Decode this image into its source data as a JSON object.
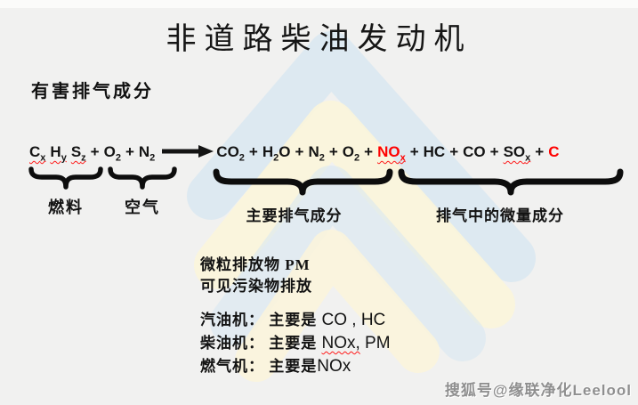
{
  "slide": {
    "title": "非道路柴油发动机",
    "subtitle": "有害排气成分",
    "watermark": "搜狐号@缘联净化Leelool"
  },
  "equation": {
    "tokens": [
      {
        "b": "C",
        "s": "x"
      },
      {
        "b": "H",
        "s": "y"
      },
      {
        "b": "S",
        "s": "z"
      },
      {
        "b": "+"
      },
      {
        "b": "O",
        "s": "2"
      },
      {
        "b": "+"
      },
      {
        "b": "N",
        "s": "2"
      },
      {
        "b": "CO",
        "s": "2"
      },
      {
        "b": "+"
      },
      {
        "b": "H",
        "s": "2",
        "t": "O"
      },
      {
        "b": "+"
      },
      {
        "b": "N",
        "s": "2"
      },
      {
        "b": "+"
      },
      {
        "b": "O",
        "s": "2"
      },
      {
        "b": "+"
      },
      {
        "b": "NO",
        "s": "x"
      },
      {
        "b": "+"
      },
      {
        "b": "HC"
      },
      {
        "b": "+"
      },
      {
        "b": "CO"
      },
      {
        "b": "+"
      },
      {
        "b": "SO",
        "s": "x"
      },
      {
        "b": "+"
      },
      {
        "b": "C"
      }
    ]
  },
  "labels": {
    "fuel": "燃料",
    "air": "空气",
    "main": "主要排气成分",
    "trace": "排气中的微量成分"
  },
  "notes": {
    "pm": "微粒排放物 PM",
    "visible": "可见污染物排放"
  },
  "engines": {
    "gasoline": {
      "pre": "汽油机： 主要是 ",
      "latin": "CO , HC"
    },
    "diesel": {
      "pre": "柴油机： 主要是 ",
      "nox": "NOx,",
      "post": " PM"
    },
    "gas": {
      "pre": "燃气机： 主要是",
      "latin": "NOx"
    }
  },
  "colors": {
    "background": "#f1f1f0",
    "text": "#141414",
    "highlight_red": "#fe0000",
    "squiggle_red": "#ff1a1a",
    "logo_blue": "#d9e7f1",
    "logo_cream": "#fbf5da",
    "watermark_gray": "#8f8f8f"
  }
}
